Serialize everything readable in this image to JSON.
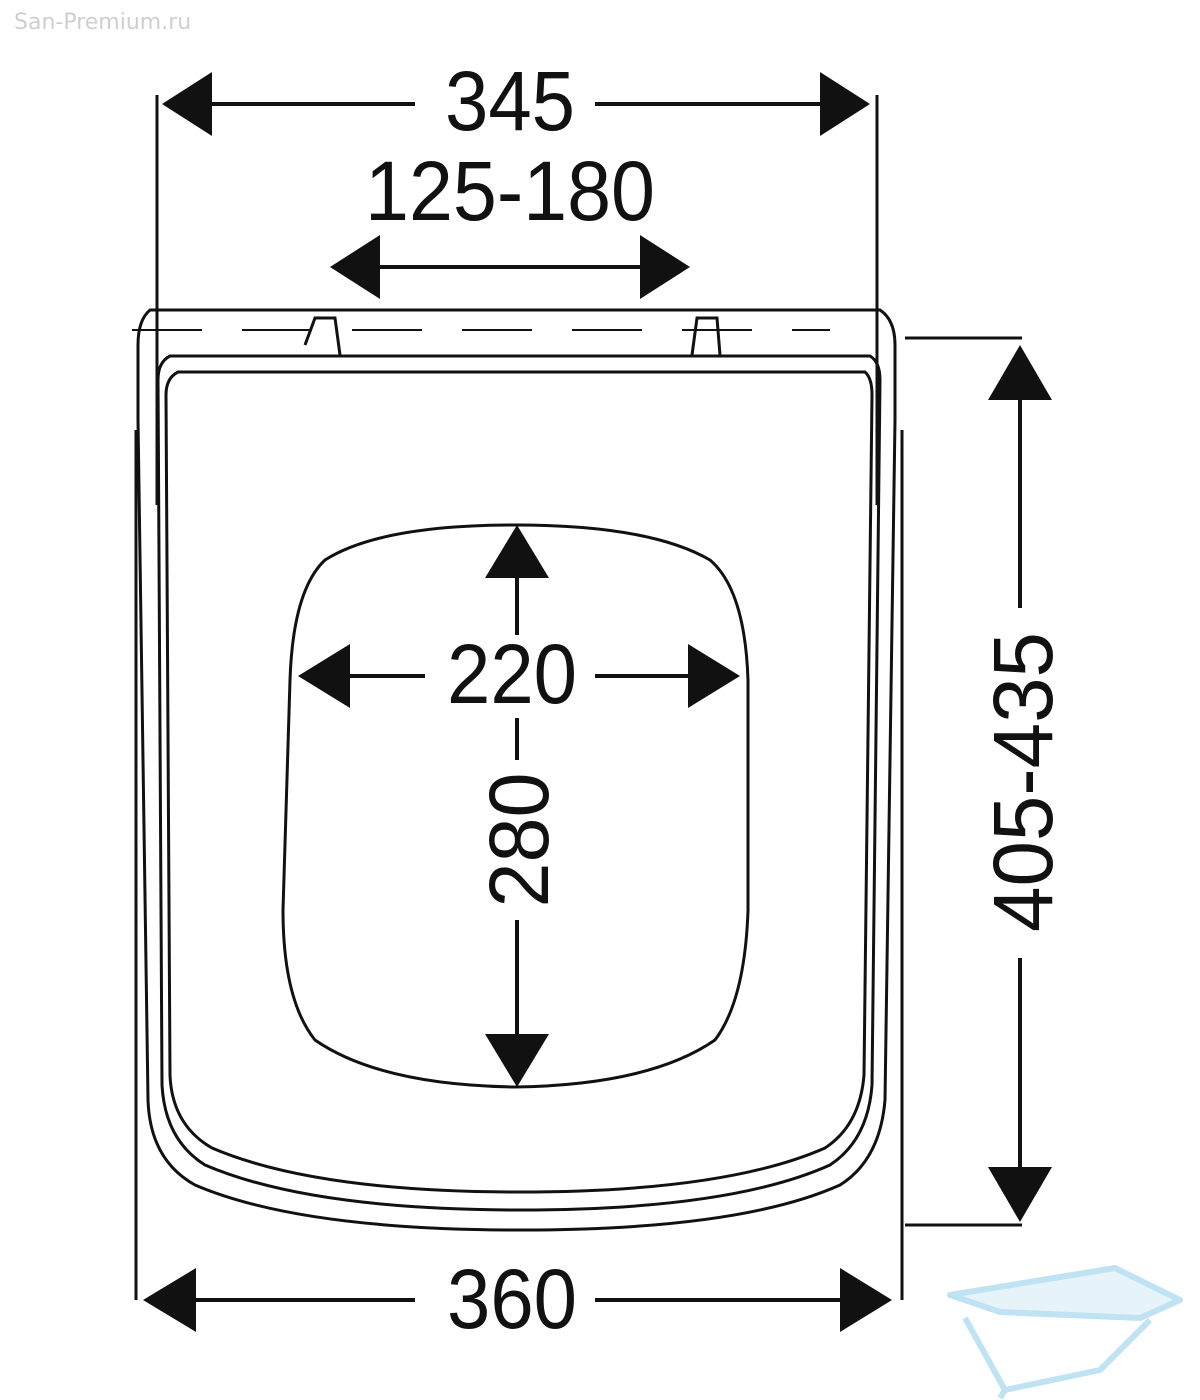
{
  "watermark": {
    "text": "San-Premium.ru"
  },
  "dimensions": {
    "overall_top_width": "345",
    "hinge_spacing": "125-180",
    "opening_width": "220",
    "opening_length": "280",
    "seat_length": "405-435",
    "overall_bottom_width": "360"
  },
  "colors": {
    "line": "#111111",
    "logo": "#bfe3f3"
  }
}
